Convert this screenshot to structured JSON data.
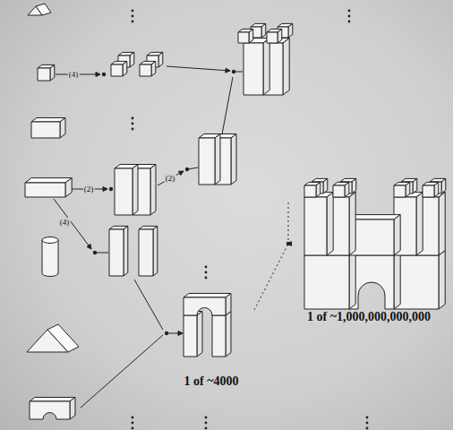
{
  "diagram": {
    "nodes": [
      {
        "text": [
          "1 of ~1,000,000,000,000"
        ]
      },
      {
        "text": [
          "1 of ~4000"
        ]
      }
    ],
    "edges": [
      {
        "from": 1,
        "to": 0,
        "arrow": "to"
      }
    ],
    "labels": [
      "(4)",
      "(2)",
      "(2)",
      "(4)"
    ]
  }
}
